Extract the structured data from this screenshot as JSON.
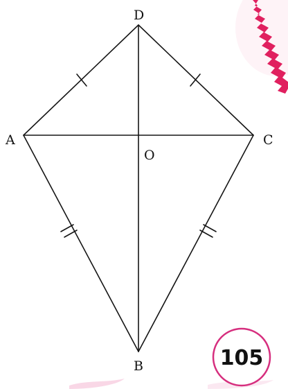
{
  "figure": {
    "points": [
      "A",
      "B",
      "C",
      "D",
      "O"
    ],
    "segments": [
      "AD",
      "DC",
      "CB",
      "BA",
      "AC",
      "DB"
    ],
    "equal_marks": {
      "single": [
        "AD",
        "DC"
      ],
      "double": [
        "AB",
        "CB"
      ]
    }
  },
  "page_number": "105",
  "colors": {
    "line": "#151515",
    "badge_ring": "#d62e7e",
    "decoration": "#e0205f",
    "decoration_light": "#f4b9d3"
  }
}
